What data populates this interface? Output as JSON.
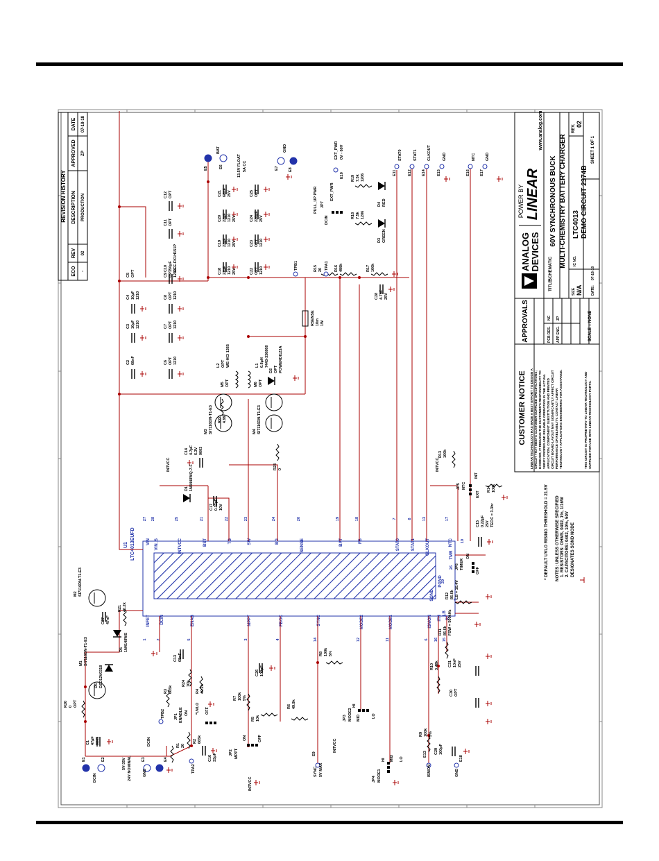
{
  "revision": {
    "title": "REVISION HISTORY",
    "headers": [
      "ECO",
      "REV",
      "DESCRIPTION",
      "APPROVED",
      "DATE"
    ],
    "row": [
      "-",
      "02",
      "PRODUCTION",
      "ZP",
      "07-18-18"
    ]
  },
  "notice": {
    "title": "CUSTOMER NOTICE",
    "lines": [
      "LINEAR TECHNOLOGY HAS MADE A BEST EFFORT TO DESIGN A",
      "CIRCUIT THAT MEETS CUSTOMER-SUPPLIED SPECIFICATIONS;",
      "HOWEVER, IT REMAINS THE CUSTOMER'S RESPONSIBILITY TO",
      "VERIFY PROPER AND RELIABLE OPERATION IN THE ACTUAL",
      "APPLICATION. COMPONENT SUBSTITUTION AND PRINTED",
      "CIRCUIT BOARD LAYOUT MAY SIGNIFICANTLY AFFECT CIRCUIT",
      "PERFORMANCE OR RELIABILITY. CONTACT LINEAR",
      "TECHNOLOGY APPLICATIONS ENGINEERING FOR ASSISTANCE."
    ],
    "footer": [
      "THIS CIRCUIT IS PROPRIETARY TO LINEAR TECHNOLOGY AND",
      "SUPPLIED FOR USE WITH LINEAR TECHNOLOGY PARTS."
    ]
  },
  "approvals": {
    "title": "APPROVALS",
    "rows": [
      [
        "PCB DES.",
        "NC"
      ],
      [
        "APP ENG.",
        "ZP"
      ]
    ]
  },
  "title_block": {
    "brand1": "ANALOG",
    "brand2": "DEVICES",
    "power_by": "POWER BY",
    "linear": "LINEAR",
    "website": "www.analog.com",
    "title_label": "TITLE:",
    "title_value": "SCHEMATIC",
    "title_line1": "60V SYNCHRONOUS BUCK",
    "title_line2": "MULTI-CHEMISTRY BATTERY CHARGER",
    "size_label": "SIZE",
    "size_value": "N/A",
    "icno_label": "IC NO.",
    "ic_no": "LTC4013",
    "demo": "DEMO CIRCUIT 2374B",
    "rev_label": "REV.",
    "rev": "02",
    "scale": "SCALE = NONE",
    "date_label": "DATE:",
    "date": "07-18-18",
    "sheet": "SHEET 1 OF 1"
  },
  "notes": [
    "* DEFAULT UVLO RISING THRESHOLD = 21.5V",
    "NOTES: UNLESS OTHERWISE SPECIFIED",
    "1. RESISTORS: OHMS, 0402, 1%, 1/16W",
    "2. CAPACITORS: 0402, 10%, 50V",
    "DESIGNATES SGND NODE"
  ],
  "ic": {
    "ref": "U1",
    "part": "LTC4013EUFD",
    "top_pins": [
      {
        "name": "VIN",
        "num": "27"
      },
      {
        "name": "VIN_S",
        "num": "28"
      },
      {
        "name": "INTVCC",
        "num": "25"
      },
      {
        "name": "BST",
        "num": "21"
      },
      {
        "name": "TG",
        "num": "22"
      },
      {
        "name": "SW",
        "num": "23"
      },
      {
        "name": "BG",
        "num": "24"
      },
      {
        "name": "SENSE",
        "num": "20"
      },
      {
        "name": "BAT",
        "num": "19"
      },
      {
        "name": "FB",
        "num": "18"
      },
      {
        "name": "STAT0",
        "num": "7"
      },
      {
        "name": "STAT1",
        "num": "8"
      },
      {
        "name": "CLKOUT",
        "num": "13"
      },
      {
        "name": "NTC",
        "num": "17"
      }
    ],
    "bottom_pins": [
      {
        "name": "INFET",
        "num": "1"
      },
      {
        "name": "DCIN",
        "num": "2"
      },
      {
        "name": "ENAB",
        "num": "5"
      },
      {
        "name": "MPPT",
        "num": "3"
      },
      {
        "name": "FBOC",
        "num": "4"
      },
      {
        "name": "SYNC",
        "num": "14"
      },
      {
        "name": "MODE2",
        "num": "12"
      },
      {
        "name": "MODE1",
        "num": "11"
      },
      {
        "name": "ISMON",
        "num": "6"
      },
      {
        "name": "ITH",
        "num": "16"
      },
      {
        "name": "RT",
        "num": "15"
      }
    ],
    "right_pins": [
      {
        "name": "TMR",
        "num": "10"
      },
      {
        "name": "PGND",
        "num": "26"
      },
      {
        "name": "SGND",
        "num": "29"
      },
      {
        "name": "LB",
        "num": "9"
      }
    ]
  },
  "labels": {
    "m1": [
      "M1",
      "SI7116DN-T1-E3"
    ],
    "m2": [
      "M2",
      "SI7116DN-T1-E3"
    ],
    "m3": [
      "M3",
      "SI7116DN-T1-E3"
    ],
    "m4": [
      "M4",
      "SI7116DN-T1-E3"
    ],
    "m5": [
      "M5",
      "OPT"
    ],
    "m6": [
      "M6",
      "OPT"
    ],
    "d1": [
      "D1",
      "1N4448WQ-7-F"
    ],
    "d2": [
      "D2",
      "OPT",
      "POWERDI123A"
    ],
    "d3": [
      "D3",
      "GREEN"
    ],
    "d4": [
      "D4",
      "RED"
    ],
    "d5": [
      "D5",
      "1N4148WS"
    ],
    "d6": [
      "D6",
      "DZD12V0318"
    ],
    "l1": [
      "L1",
      "6.8µH",
      "7443-336868"
    ],
    "l2": [
      "L2",
      "OPT",
      "WE-HCI 1365"
    ],
    "rsense": [
      "RSENSE",
      "10m",
      "1W"
    ],
    "r20": [
      "R20",
      "0",
      "OPT"
    ],
    "r21": [
      "R21",
      "40.2k"
    ],
    "c27": [
      "C27",
      "47nF"
    ],
    "c1": [
      "C1",
      "47µF",
      "0805"
    ],
    "c13": [
      "C13",
      "68nF"
    ],
    "r3": [
      "R3",
      "665k"
    ],
    "r24": [
      "R24",
      "10k"
    ],
    "r4": [
      "R4",
      "40.2k"
    ],
    "r1": [
      "R1",
      "20"
    ],
    "r2": [
      "R2",
      "665k"
    ],
    "c16": [
      "C16",
      "33pF"
    ],
    "c26": [
      "C26",
      "100pF"
    ],
    "r7": [
      "R7",
      "100k",
      "5%"
    ],
    "r5": [
      "R5",
      "10k"
    ],
    "r6": [
      "R6",
      "49.9k"
    ],
    "r8": [
      "R8",
      "100k",
      "5%"
    ],
    "r9": [
      "R9",
      "100k",
      "5%"
    ],
    "c29": [
      "C29",
      "100pF"
    ],
    "r10": [
      "R10",
      "3.48k"
    ],
    "c31": [
      "C31",
      "10nF",
      "25V"
    ],
    "c30": [
      "C30",
      "OPT"
    ],
    "r11": [
      "R11",
      "86.6k",
      "FSW = 500kHz"
    ],
    "r12": [
      "R12",
      "86.6k",
      "LB = 10.4V"
    ],
    "c15": [
      "C15",
      "0.22µF",
      "25V",
      "TEOC = 3.3hr"
    ],
    "r13": [
      "R13",
      "100k"
    ],
    "r14": [
      "R14",
      "100k"
    ],
    "c14": [
      "C14",
      "4.7µF",
      "6.3V",
      "0603"
    ],
    "c17": [
      "C17",
      "0.22µF",
      "10V"
    ],
    "r22": [
      "R22",
      "4.99"
    ],
    "r23": [
      "R23",
      "0"
    ],
    "c2": [
      "C2",
      "68nF"
    ],
    "c3": [
      "C3",
      "10µF",
      "1210"
    ],
    "c4": [
      "C4",
      "10µF",
      "1210"
    ],
    "c5": [
      "C5",
      "OPT"
    ],
    "c6": [
      "C6",
      "OPT",
      "1210"
    ],
    "c7": [
      "C7",
      "OPT",
      "1210"
    ],
    "c8": [
      "C8",
      "OPT",
      "1210"
    ],
    "c9": [
      "C9",
      "OPT",
      "1210"
    ],
    "c10": [
      "C10",
      "150µF",
      "EEE-FK1H151P"
    ],
    "c11": [
      "C11",
      "OPT"
    ],
    "c12": [
      "C12",
      "OPT"
    ],
    "c18": [
      "C18",
      "22µF",
      "1210",
      "25V"
    ],
    "c19": [
      "C19",
      "22µF",
      "1210",
      "25V"
    ],
    "c20": [
      "C20",
      "22µF",
      "1210",
      "25V"
    ],
    "c21": [
      "C21",
      "68nF",
      "25V"
    ],
    "c22": [
      "C22",
      "OPT",
      "1210"
    ],
    "c23": [
      "C23",
      "OPT",
      "1210"
    ],
    "c24": [
      "C24",
      "220µF",
      "25V"
    ],
    "c25": [
      "C25",
      "OPT"
    ],
    "c28": [
      "C28",
      "4.7nF",
      "25V"
    ],
    "r15": [
      "R15",
      "20"
    ],
    "r16": [
      "R16",
      "499k"
    ],
    "r17": [
      "R17",
      "100k"
    ],
    "r18": [
      "R18",
      "7.5k",
      "1206"
    ],
    "r19": [
      "R19",
      "7.5k",
      "1206"
    ],
    "bat": [
      "E5",
      "BAT",
      "E6"
    ],
    "gnd_top": [
      "E7",
      "GND",
      "E8"
    ],
    "float": [
      "13.5V FLOAT",
      "5A CC"
    ],
    "ext_pwr": [
      "E10",
      "EXT_PWR",
      "0V - 60V"
    ],
    "jp7": [
      "PULL_UP PWR",
      "JP7",
      "DCIN",
      "EXT_PWR"
    ],
    "stat0": [
      "E11",
      "STAT0"
    ],
    "stat1": [
      "E12",
      "STAT1"
    ],
    "clkout": [
      "E14",
      "CLKOUT"
    ],
    "gnd15": [
      "E15",
      "GND"
    ],
    "ntc": [
      "E16",
      "NTC"
    ],
    "gnd17": [
      "E17",
      "GND"
    ],
    "tpb1": "TPB1",
    "tpa1": "TPA1",
    "tpb2": "TPB2",
    "tpa2": "TPA2",
    "intvcc": "INTVCC",
    "dcin_in": [
      "E1",
      "E2",
      "DCIN",
      "5V-35V",
      "24V NOMINAL"
    ],
    "gnd34": [
      "E3",
      "E4",
      "GND"
    ],
    "dcin": "DCIN",
    "jp1": [
      "JP1",
      "ENABLE",
      "ON",
      "*UVLO",
      "OFF"
    ],
    "jp2": [
      "JP2",
      "MPPT",
      "ON",
      "OFF"
    ],
    "jp3": [
      "JP3",
      "MODE2",
      "HI",
      "MID",
      "LO"
    ],
    "jp4": [
      "JP4",
      "MODE1",
      "HI",
      "MID",
      "LO"
    ],
    "jp5": [
      "JP5",
      "NTC",
      "INT",
      "EXT"
    ],
    "jp6": [
      "JP6",
      "TIMER",
      "ON",
      "OFF"
    ],
    "sync": [
      "E9",
      "SYNC",
      "5V MAX"
    ],
    "ismon": [
      "E13",
      "ISMON"
    ],
    "gnd18": [
      "E18",
      "GND"
    ]
  }
}
